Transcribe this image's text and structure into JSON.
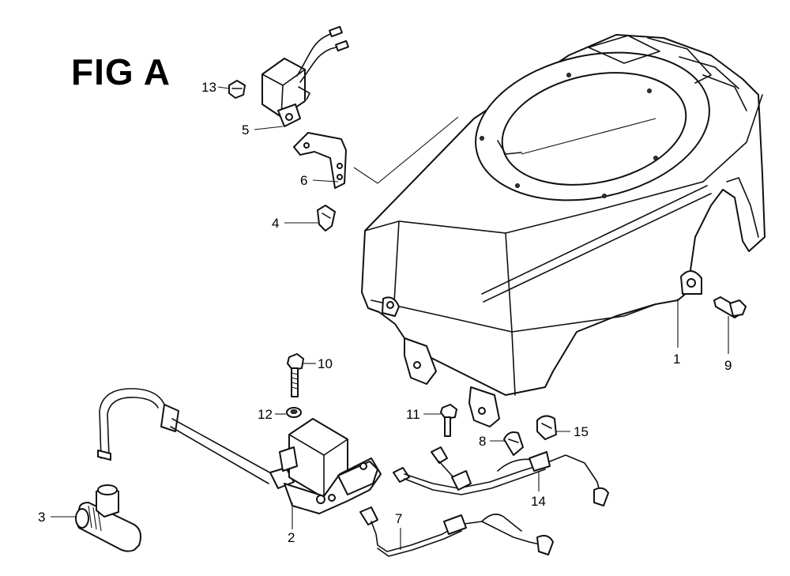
{
  "title": "FIG A",
  "callouts": {
    "p1": "1",
    "p2": "2",
    "p3": "3",
    "p4": "4",
    "p5": "5",
    "p6": "6",
    "p7": "7",
    "p8": "8",
    "p9": "9",
    "p10": "10",
    "p11": "11",
    "p12": "12",
    "p13": "13",
    "p14": "14",
    "p15": "15"
  }
}
